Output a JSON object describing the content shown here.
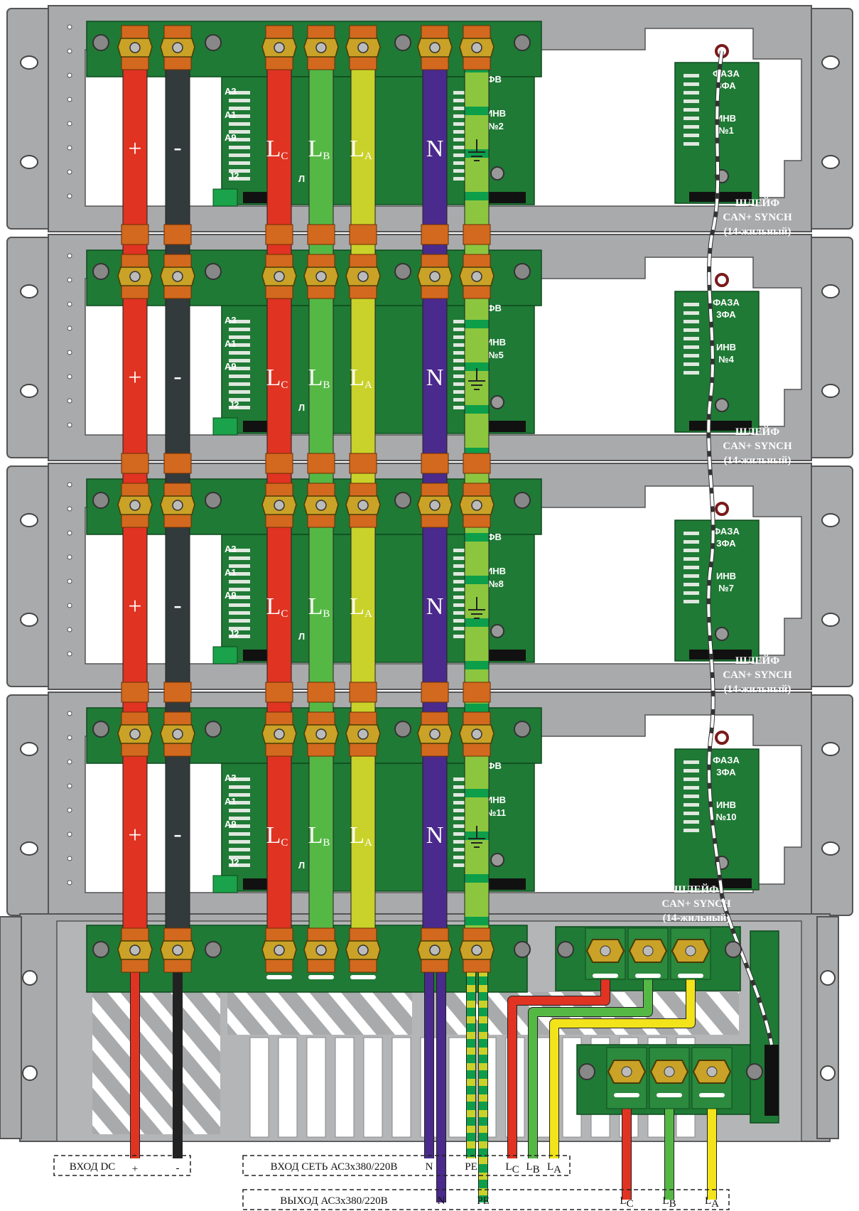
{
  "inverters": [
    {
      "right_phase": "ФАЗА",
      "right_phase2": "3ФА",
      "right_inv": "ИНВ",
      "right_num": "№1",
      "left_phase": "1ФВ",
      "left_inv": "ИНВ",
      "left_num": "№2"
    },
    {
      "right_phase": "ФАЗА",
      "right_phase2": "3ФА",
      "right_inv": "ИНВ",
      "right_num": "№4",
      "left_phase": "3ФВ",
      "left_inv": "ИНВ",
      "left_num": "№5"
    },
    {
      "right_phase": "ФАЗА",
      "right_phase2": "3ФА",
      "right_inv": "ИНВ",
      "right_num": "№7",
      "left_phase": "3ФВ",
      "left_inv": "ИНВ",
      "left_num": "№8"
    },
    {
      "right_phase": "ФАЗА",
      "right_phase2": "3ФА",
      "right_inv": "ИНВ",
      "right_num": "№10",
      "left_phase": "3ФВ",
      "left_inv": "ИНВ",
      "left_num": "№11"
    }
  ],
  "cable": {
    "line1": "ШЛЕЙФ",
    "line2": "CAN+ SYNCH",
    "line3": "(14-жильный)"
  },
  "bus_labels": {
    "plus": "+",
    "minus": "-",
    "lc": "L",
    "lc_sub": "C",
    "lb": "L",
    "lb_sub": "B",
    "la": "L",
    "la_sub": "A",
    "n": "N"
  },
  "pcb_small": {
    "a3": "A3",
    "a1": "A1",
    "a9": "A9",
    "j2": "J2",
    "l": "Л"
  },
  "bottom": {
    "dc_input": "ВХОД DC",
    "dc_plus": "+",
    "dc_minus": "-",
    "ac_input": "ВХОД СЕТЬ АС3x380/220В",
    "ac_output": "ВЫХОД АС3x380/220В",
    "n": "N",
    "pe": "PE",
    "l": "L",
    "sub_c": "C",
    "sub_b": "B",
    "sub_a": "A"
  },
  "colors": {
    "plus_bus": "#e03322",
    "minus_bus": "#333a3b",
    "lc_bus": "#e03322",
    "lb_bus": "#55b845",
    "la_bus": "#c9d22a",
    "n_bus": "#4a2a8c",
    "pe_bus": "#8cc63f",
    "pe_stripe": "#0d9e4a",
    "pcb": "#1f7a35",
    "chassis": "#a9aaac",
    "copper": "#d2691e"
  }
}
